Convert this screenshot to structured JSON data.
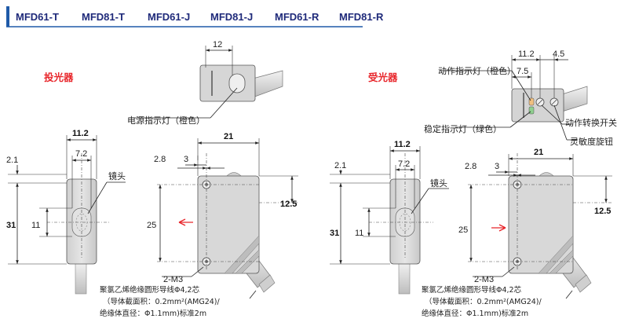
{
  "header": {
    "models": [
      "MFD61-T",
      "MFD81-T",
      "MFD61-J",
      "MFD81-J",
      "MFD61-R",
      "MFD81-R"
    ],
    "accent_color": "#1f5aa8",
    "model_color": "#1f2a7a"
  },
  "emitter": {
    "heading": "投光器",
    "top_width": "12",
    "power_led": "电源指示灯（橙色）",
    "front_width": "11.2",
    "front_lens_width": "7.2",
    "top_offset": "2.1",
    "total_height": "31",
    "lens_height": "11",
    "lens_label": "镜头",
    "side_width": "21",
    "hole_x": "2.8",
    "hole_spacing": "3",
    "lens_center": "12.5",
    "hole_pitch": "25",
    "screw": "2-M3",
    "cable_note_1": "聚氯乙烯绝缘圆形导线Φ4,2芯",
    "cable_note_2": "（导体截面积：0.2mm²(AMG24)/",
    "cable_note_3": "绝缘体直径：Φ1.1mm)标准2m"
  },
  "receiver": {
    "heading": "受光器",
    "action_led": "动作指示灯（橙色）",
    "stable_led": "稳定指示灯（绿色）",
    "mode_switch": "动作转换开关",
    "sensitivity_knob": "灵敏度旋钮",
    "top_dim_a": "11.2",
    "top_dim_b": "4.5",
    "top_dim_c": "7.5",
    "front_width": "11.2",
    "front_lens_width": "7.2",
    "top_offset": "2.1",
    "total_height": "31",
    "lens_height": "11",
    "lens_label": "镜头",
    "side_width": "21",
    "hole_x": "2.8",
    "hole_spacing": "3",
    "lens_center": "12.5",
    "hole_pitch": "25",
    "screw": "2-M3",
    "cable_note_1": "聚氯乙烯绝缘圆形导线Φ4,2芯",
    "cable_note_2": "（导体截面积：0.2mm²(AMG24)/",
    "cable_note_3": "绝缘体直径：Φ1.1mm)标准2m"
  },
  "icons": [
    "red-arrow-left-icon",
    "red-arrow-right-icon"
  ],
  "arrow_color": "#e8262b"
}
